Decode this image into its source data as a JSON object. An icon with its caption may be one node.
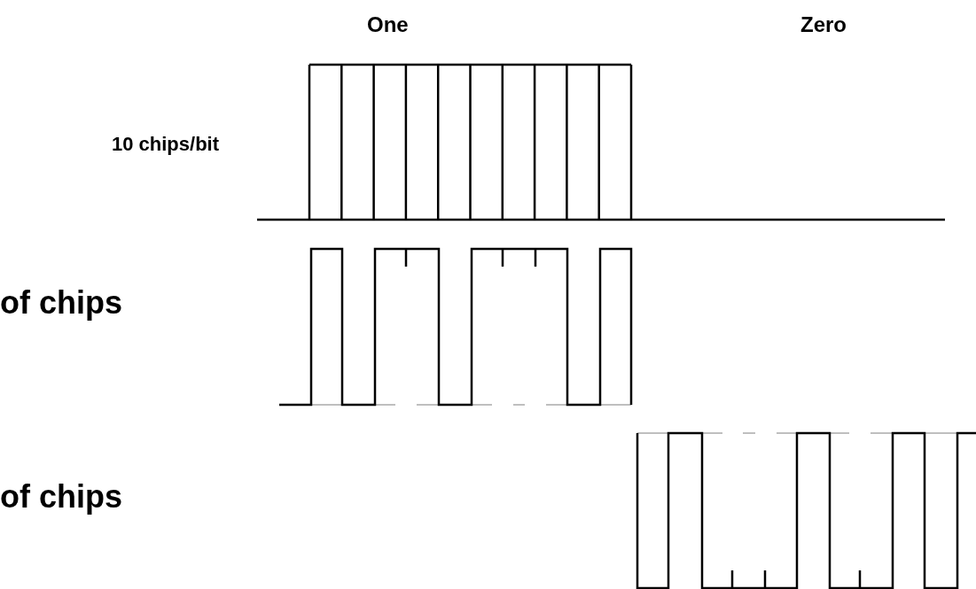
{
  "diagram": {
    "labels": [
      "One",
      "Zero",
      "10 chips/bit",
      "of chips",
      "of chips"
    ]
  }
}
